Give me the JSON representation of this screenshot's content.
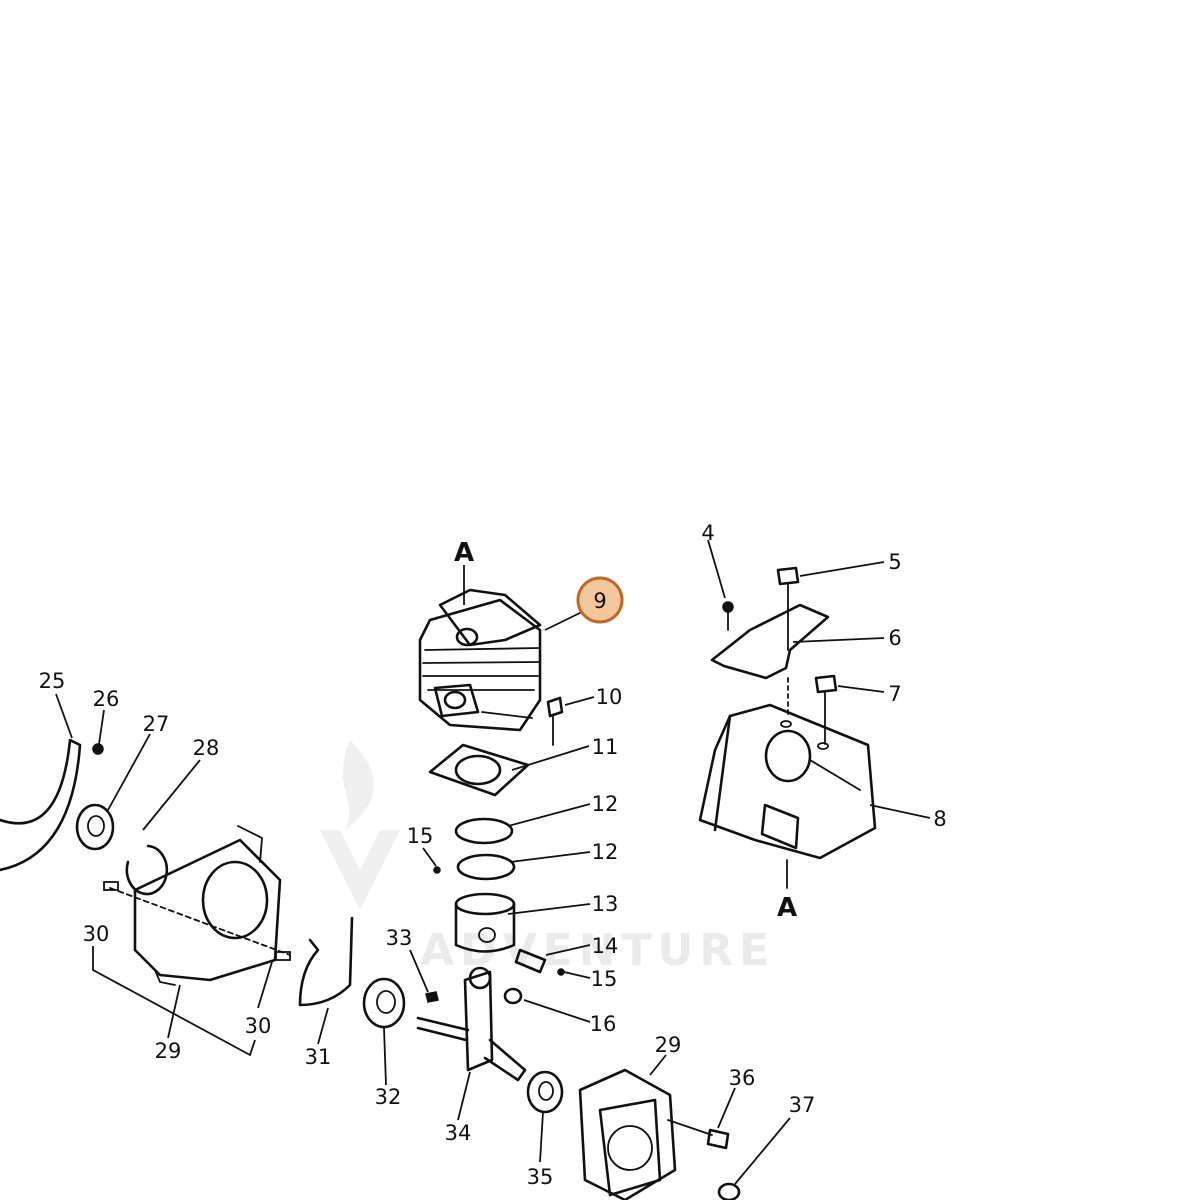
{
  "reference_labels": [
    "A",
    "A"
  ],
  "highlight": {
    "label": "9",
    "color": "#f3c69b",
    "border": "#c0672a"
  },
  "callouts": [
    "4",
    "5",
    "6",
    "7",
    "8",
    "10",
    "11",
    "12",
    "12",
    "13",
    "14",
    "15",
    "15",
    "16",
    "25",
    "26",
    "27",
    "28",
    "29",
    "29",
    "30",
    "30",
    "31",
    "32",
    "33",
    "34",
    "35",
    "36",
    "37"
  ],
  "watermark": "ADVENTURE"
}
